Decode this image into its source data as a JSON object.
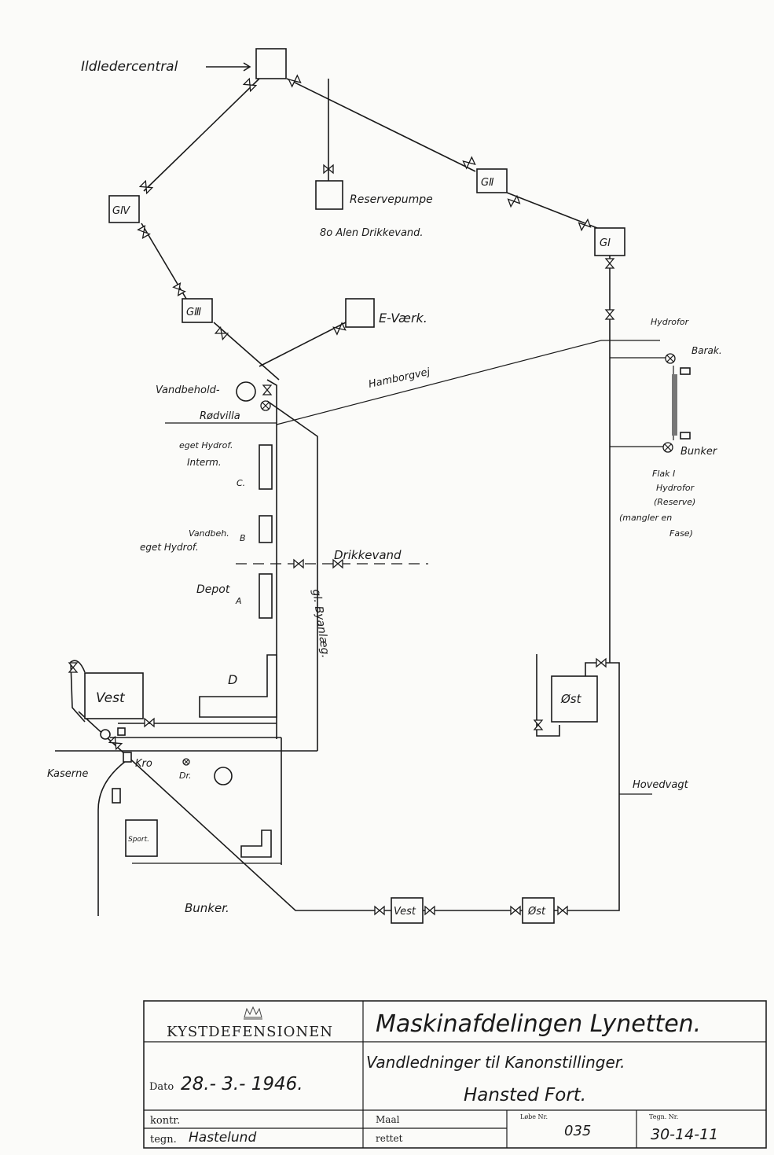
{
  "labels": {
    "ildeledercentral": "Ildledercentral",
    "reservepumpe": "Reservepumpe",
    "drikkevand_80": "8o Alen Drikkevand.",
    "g_ii": "GⅡ",
    "g_i": "GI",
    "g_iv": "GⅣ",
    "g_iii": "GⅢ",
    "e_vaerk": "E-Værk.",
    "hydrofor_top": "Hydrofor",
    "barak": "Barak.",
    "hamborgvej": "Hamborgvej",
    "vandbeholder": "Vandbehold-",
    "rodvilla": "Rødvilla",
    "eget_hydrof_1": "eget Hydrof.",
    "interm": "Interm.",
    "c": "C.",
    "vandbeh": "Vandbeh.",
    "b": "B",
    "eget_hydrof_2": "eget Hydrof.",
    "drikkevand": "Drikkevand",
    "depot": "Depot",
    "a": "A",
    "gl_byanlaeg": "gl. Byanlæg.",
    "bunker_right": "Bunker",
    "flak_i": "Flak I",
    "hydrofor_right": "Hydrofor",
    "reserve": "(Reserve)",
    "mangler_en": "(mangler en",
    "fase": "Fase)",
    "d": "D",
    "vest_box": "Vest",
    "ost_box": "Øst",
    "kaserne": "Kaserne",
    "kro": "Kro",
    "dr": "Dr.",
    "hovedvagt": "Hovedvagt",
    "sport": "Sport.",
    "bunker_bottom": "Bunker.",
    "vest_bottom": "Vest",
    "ost_bottom": "Øst"
  },
  "title_block": {
    "org": "KYSTDEFENSIONEN",
    "crown_icon": "crown-icon",
    "title": "Maskinafdelingen Lynetten.",
    "subtitle_line1": "Vandledninger til Kanonstillinger.",
    "subtitle_line2": "Hansted Fort.",
    "dato_label": "Dato",
    "dato_value": "28.- 3.- 1946.",
    "kontr_label": "kontr.",
    "tegn_label": "tegn.",
    "tegn_signature": "Hastelund",
    "maal_label": "Maal",
    "rettet_label": "rettet",
    "lobe_label": "Løbe Nr.",
    "lobe_value": "035",
    "tegn_nr_label": "Tegn. Nr.",
    "tegn_nr_value": "30-14-11"
  }
}
